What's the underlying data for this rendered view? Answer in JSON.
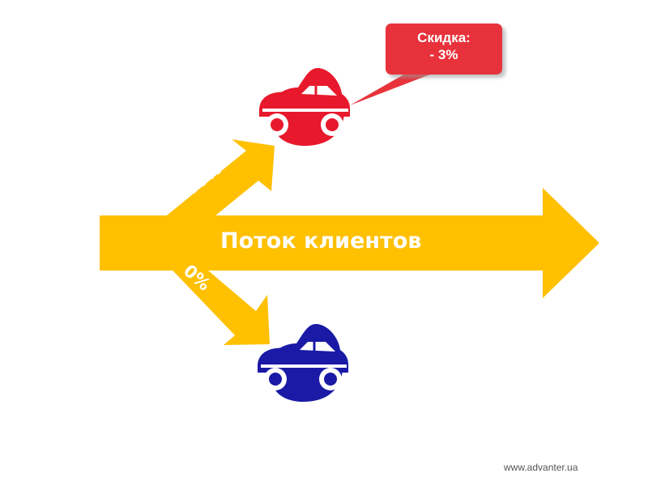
{
  "flow_label": "Поток клиентов",
  "branch_up_percent": "100%",
  "branch_down_percent": "0%",
  "callout": {
    "line1": "Скидка:",
    "line2": "- 3%"
  },
  "footer_url": "www.advanter.ua",
  "colors": {
    "arrow": "#FFC000",
    "car_red": "#E8192C",
    "car_blue": "#1A1AA6",
    "callout": "#E8333A"
  }
}
